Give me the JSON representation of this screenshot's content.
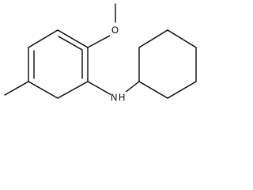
{
  "molecule": {
    "atom_labels": {
      "oxygen": "O",
      "nitrogen": "N",
      "hydrogen": "H"
    },
    "colors": {
      "bond": "#000000",
      "label": "#000000",
      "background": "#ffffff"
    }
  }
}
